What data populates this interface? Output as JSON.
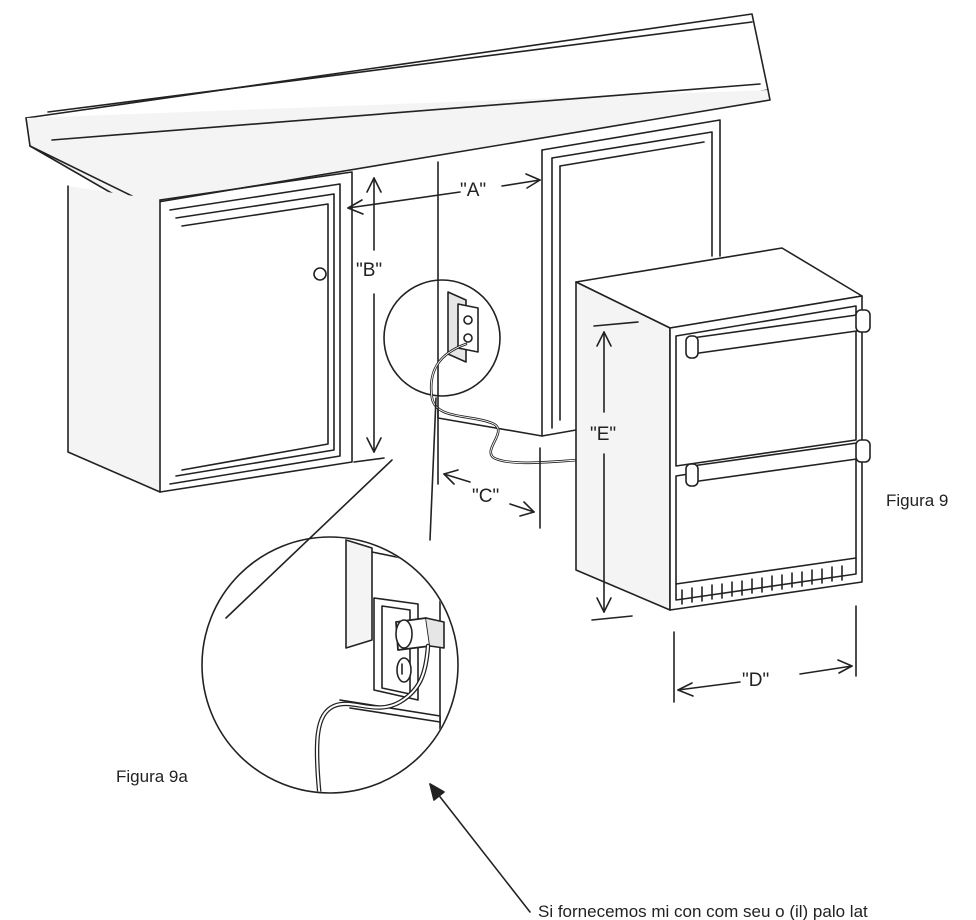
{
  "dimension_labels": {
    "a": "\"A\"",
    "b": "\"B\"",
    "c": "\"C\"",
    "d": "\"D\"",
    "e": "\"E\""
  },
  "captions": {
    "figure_main": "Figura 9",
    "figure_detail": "Figura 9a",
    "note": "Si fornecemos mi con com seu o (il) palo lat"
  },
  "colors": {
    "stroke": "#222222",
    "background": "#ffffff",
    "light_fill": "#f4f4f4",
    "mid_fill": "#e6e6e6"
  }
}
